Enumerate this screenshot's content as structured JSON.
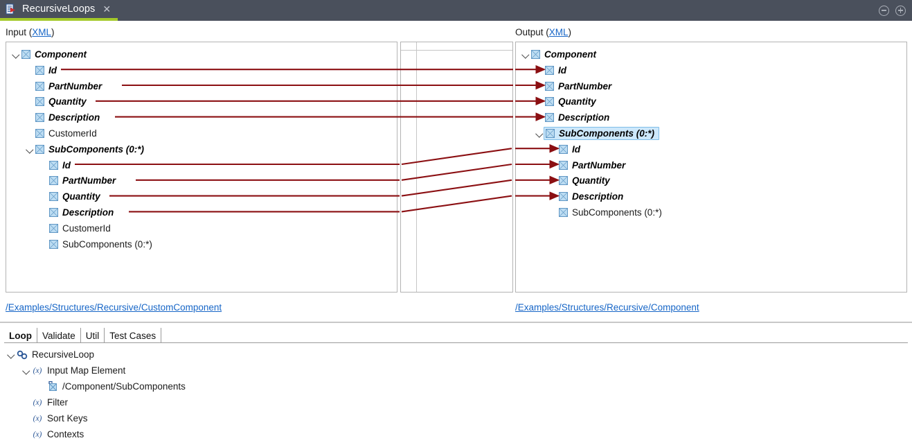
{
  "titlebar": {
    "tab_label": "RecursiveLoops",
    "close_glyph": "✕",
    "icon_name": "map-document-icon",
    "minimize_label": "",
    "maximize_label": ""
  },
  "mapper": {
    "input": {
      "label_prefix": "Input (",
      "label_link": "XML",
      "label_suffix": ")",
      "path": "/Examples/Structures/Recursive/CustomComponent",
      "nodes": [
        {
          "label": "Component",
          "indent": 0,
          "twisty": true,
          "mapped": true,
          "connector": false
        },
        {
          "label": "Id",
          "indent": 1,
          "twisty": false,
          "mapped": true,
          "connector": true
        },
        {
          "label": "PartNumber",
          "indent": 1,
          "twisty": false,
          "mapped": true,
          "connector": true
        },
        {
          "label": "Quantity",
          "indent": 1,
          "twisty": false,
          "mapped": true,
          "connector": true
        },
        {
          "label": "Description",
          "indent": 1,
          "twisty": false,
          "mapped": true,
          "connector": true
        },
        {
          "label": "CustomerId",
          "indent": 1,
          "twisty": false,
          "mapped": false,
          "connector": false
        },
        {
          "label": "SubComponents (0:*)",
          "indent": 1,
          "twisty": true,
          "mapped": true,
          "connector": false
        },
        {
          "label": "Id",
          "indent": 2,
          "twisty": false,
          "mapped": true,
          "connector": true
        },
        {
          "label": "PartNumber",
          "indent": 2,
          "twisty": false,
          "mapped": true,
          "connector": true
        },
        {
          "label": "Quantity",
          "indent": 2,
          "twisty": false,
          "mapped": true,
          "connector": true
        },
        {
          "label": "Description",
          "indent": 2,
          "twisty": false,
          "mapped": true,
          "connector": true
        },
        {
          "label": "CustomerId",
          "indent": 2,
          "twisty": false,
          "mapped": false,
          "connector": false
        },
        {
          "label": "SubComponents (0:*)",
          "indent": 2,
          "twisty": false,
          "mapped": false,
          "connector": false
        }
      ]
    },
    "output": {
      "label_prefix": "Output (",
      "label_link": "XML",
      "label_suffix": ")",
      "path": "/Examples/Structures/Recursive/Component",
      "nodes": [
        {
          "label": "Component",
          "indent": 0,
          "twisty": true,
          "mapped": true,
          "arrow": false,
          "selected": false
        },
        {
          "label": "Id",
          "indent": 1,
          "twisty": false,
          "mapped": true,
          "arrow": true,
          "selected": false
        },
        {
          "label": "PartNumber",
          "indent": 1,
          "twisty": false,
          "mapped": true,
          "arrow": true,
          "selected": false
        },
        {
          "label": "Quantity",
          "indent": 1,
          "twisty": false,
          "mapped": true,
          "arrow": true,
          "selected": false
        },
        {
          "label": "Description",
          "indent": 1,
          "twisty": false,
          "mapped": true,
          "arrow": true,
          "selected": false
        },
        {
          "label": "SubComponents (0:*)",
          "indent": 1,
          "twisty": true,
          "mapped": true,
          "arrow": false,
          "selected": true
        },
        {
          "label": "Id",
          "indent": 2,
          "twisty": false,
          "mapped": true,
          "arrow": true,
          "selected": false
        },
        {
          "label": "PartNumber",
          "indent": 2,
          "twisty": false,
          "mapped": true,
          "arrow": true,
          "selected": false
        },
        {
          "label": "Quantity",
          "indent": 2,
          "twisty": false,
          "mapped": true,
          "arrow": true,
          "selected": false
        },
        {
          "label": "Description",
          "indent": 2,
          "twisty": false,
          "mapped": true,
          "arrow": true,
          "selected": false
        },
        {
          "label": "SubComponents (0:*)",
          "indent": 2,
          "twisty": false,
          "mapped": false,
          "arrow": false,
          "selected": false
        }
      ]
    },
    "link_color": "#8b0f12",
    "accent_color": "#a4c92a"
  },
  "bottom": {
    "tabs": [
      {
        "label": "Loop",
        "active": true
      },
      {
        "label": "Validate",
        "active": false
      },
      {
        "label": "Util",
        "active": false
      },
      {
        "label": "Test Cases",
        "active": false
      }
    ],
    "tree": [
      {
        "label": "RecursiveLoop",
        "indent": 0,
        "twisty": true,
        "icon": "loop-icon"
      },
      {
        "label": "Input Map Element",
        "indent": 1,
        "twisty": true,
        "icon": "fx-icon"
      },
      {
        "label": "/Component/SubComponents",
        "indent": 2,
        "twisty": false,
        "icon": "map-element-icon"
      },
      {
        "label": "Filter",
        "indent": 1,
        "twisty": false,
        "icon": "fx-icon"
      },
      {
        "label": "Sort Keys",
        "indent": 1,
        "twisty": false,
        "icon": "fx-icon"
      },
      {
        "label": "Contexts",
        "indent": 1,
        "twisty": false,
        "icon": "fx-icon"
      }
    ],
    "fx_glyph": "(x)"
  }
}
